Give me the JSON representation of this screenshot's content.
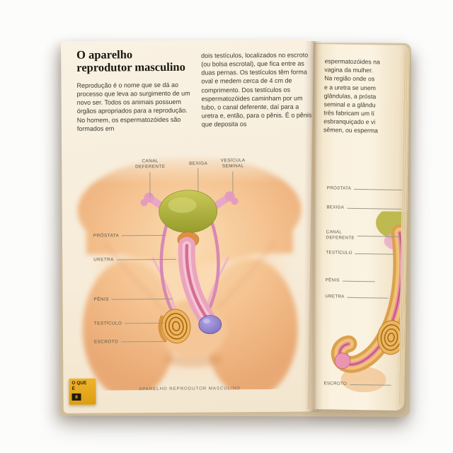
{
  "left_page": {
    "title": "O aparelho\nreprodutor masculino",
    "body_col1": "Reprodução é o nome que se dá ao processo que leva ao surgimento de um novo ser. Todos os animais possuem órgãos apropriados para a reprodução. No homem, os espermatozóides são formados em",
    "body_col2": "dois testículos, localizados no escroto (ou bolsa escrotal), que fica entre as duas pernas. Os testículos têm forma oval e medem cerca de 4 cm de comprimento. Dos testículos os espermatozóides caminham por um tubo, o canal deferente, daí para a uretra e, então, para o pênis. É o pênis que deposita os",
    "labels": {
      "canal_deferente": "CANAL\nDEFERENTE",
      "bexiga": "BEXIGA",
      "vesicula_seminal": "VESÍCULA\nSEMINAL",
      "prostata": "PRÓSTATA",
      "uretra": "URETRA",
      "penis": "PÊNIS",
      "testiculo": "TESTÍCULO",
      "escroto": "ESCROTO"
    },
    "footer": "APARELHO REPRODUTOR MASCULINO",
    "tab": {
      "label": "O QUE É",
      "number": "8"
    }
  },
  "right_page": {
    "body_lines": [
      "espermatozóides na",
      "vagina da mulher.",
      "Na região onde os",
      "e a uretra se unem",
      "glândulas, a prósta",
      "seminal e a glându",
      "três fabricam um lí",
      "esbranquiçado e vi",
      "sêmen, ou esperma"
    ],
    "labels": {
      "prostata": "PRÓSTATA",
      "bexiga": "BEXIGA",
      "canal_deferente": "CANAL\nDEFERENTE",
      "testiculo": "TESTÍCULO",
      "penis": "PÊNIS",
      "uretra": "URETRA",
      "escroto": "ESCROTO"
    }
  },
  "colors": {
    "page_cream": "#f7ecd9",
    "peach_glow": "#fbd9ae",
    "skin": "#f4c18e",
    "bladder_olive": "#a8ac36",
    "organ_pink": "#eba4be",
    "glans_purple": "#8d7fc7",
    "testis_orange": "#eeb65f",
    "tab_yellow": "#e8a81f"
  }
}
